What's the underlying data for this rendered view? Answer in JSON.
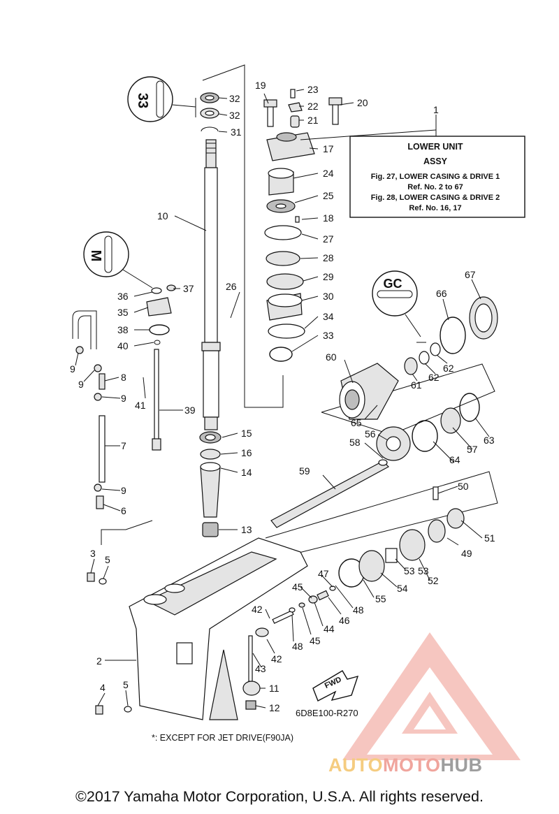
{
  "reference_box": {
    "title_line1": "LOWER UNIT",
    "title_line2": "ASSY",
    "lines": [
      "Fig. 27, LOWER CASING & DRIVE 1",
      "Ref. No. 2 to 67",
      "Fig. 28, LOWER CASING & DRIVE 2",
      "Ref. No. 16, 17"
    ]
  },
  "callouts": [
    "1",
    "2",
    "3",
    "4",
    "5",
    "5",
    "6",
    "7",
    "8",
    "9",
    "9",
    "9",
    "9",
    "10",
    "11",
    "12",
    "13",
    "14",
    "15",
    "16",
    "17",
    "18",
    "19",
    "20",
    "21",
    "22",
    "23",
    "24",
    "25",
    "26",
    "27",
    "28",
    "29",
    "30",
    "31",
    "32",
    "32",
    "33",
    "34",
    "35",
    "36",
    "37",
    "38",
    "39",
    "40",
    "41",
    "42",
    "42",
    "43",
    "44",
    "45",
    "45",
    "46",
    "47",
    "48",
    "48",
    "49",
    "50",
    "51",
    "52",
    "53",
    "53",
    "54",
    "55",
    "56",
    "57",
    "58",
    "59",
    "60",
    "61",
    "62",
    "62",
    "63",
    "64",
    "65",
    "66",
    "67"
  ],
  "fwd_label": "FWD",
  "drawing_code": "6D8E100-R270",
  "footnote": "*: EXCEPT FOR JET DRIVE(F90JA)",
  "copyright": "©2017 Yamaha Motor Corporation, U.S.A. All rights reserved.",
  "watermark": {
    "part1": "AUTO",
    "part2": "MOTO",
    "part3": "HUB",
    "colors": {
      "triangle": "#f0aaa2",
      "auto": "#f5cc80",
      "moto": "#f0a59d",
      "hub": "#9e9e9e"
    }
  },
  "icon_badges": [
    "threadlock-icon",
    "sealant-icon",
    "grease-icon"
  ]
}
